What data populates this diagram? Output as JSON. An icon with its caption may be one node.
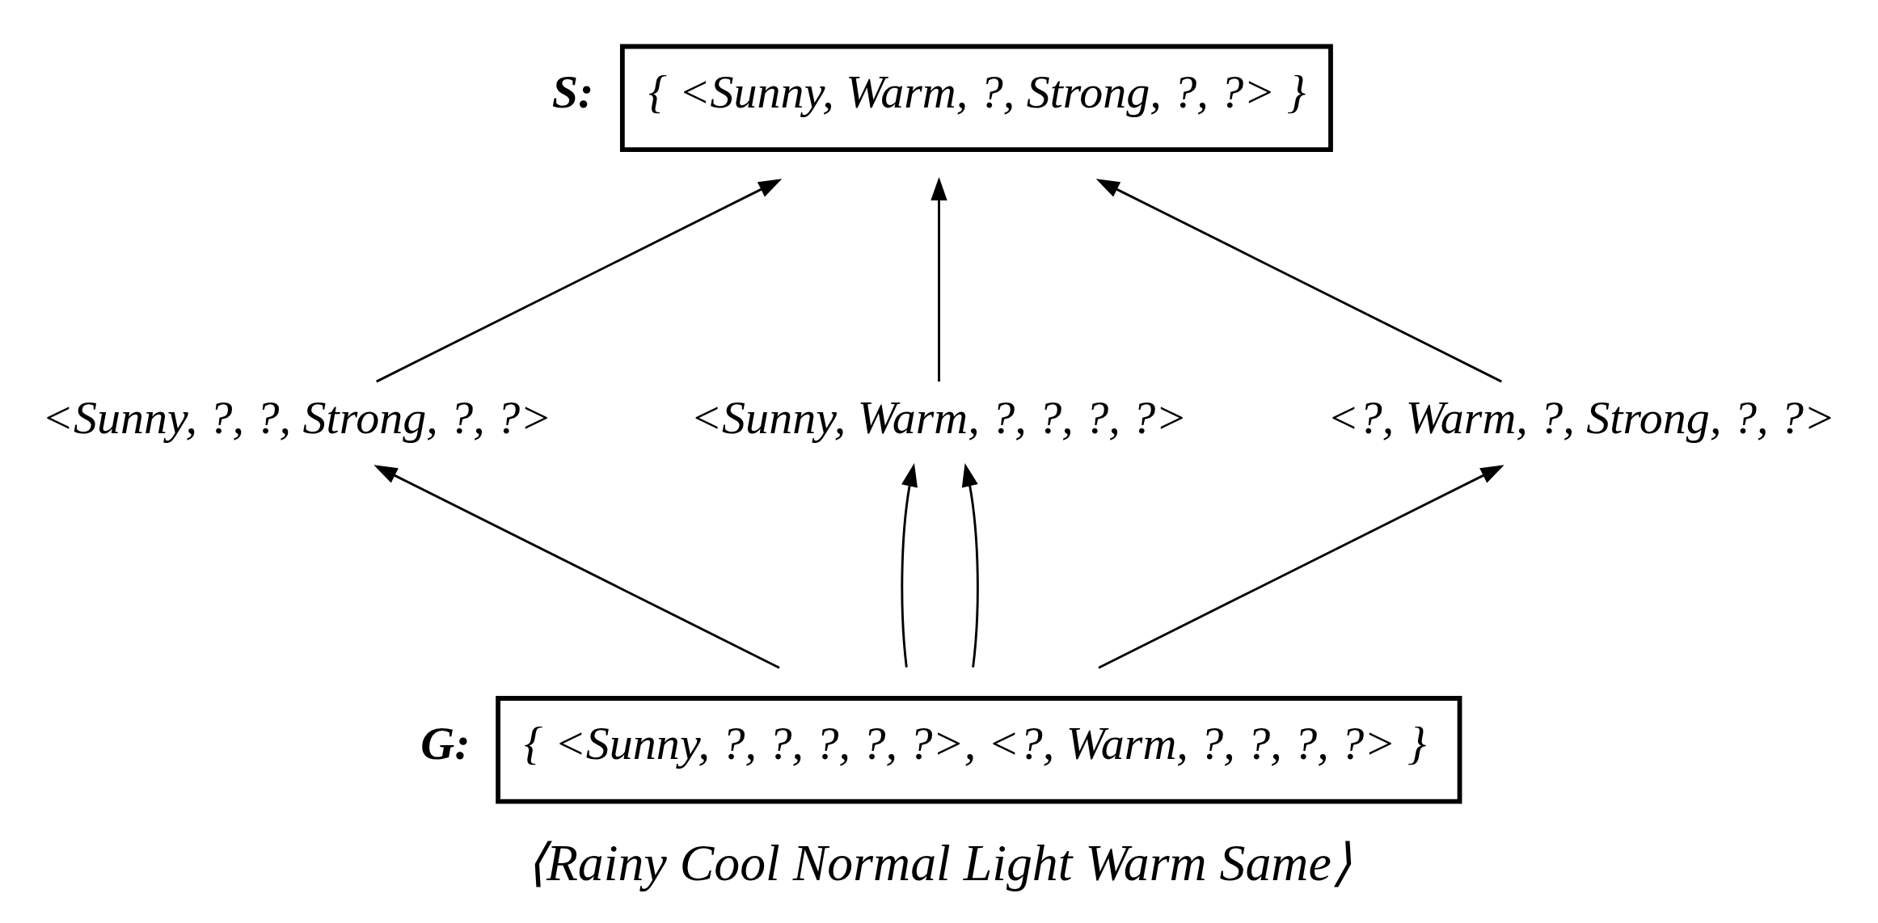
{
  "diagram": {
    "caption": "⟨Rainy Cool Normal Light Warm Same⟩",
    "nodes": [
      {
        "text": [
          "S:",
          "{ <Sunny, Warm, ?, Strong, ?, ?> }"
        ]
      },
      {
        "text": [
          "<Sunny, ?, ?, Strong, ?, ?>"
        ]
      },
      {
        "text": [
          "<Sunny, Warm, ?, ?, ?, ?>"
        ]
      },
      {
        "text": [
          "<?, Warm, ?, Strong, ?, ?>"
        ]
      },
      {
        "text": [
          "G:",
          "{ <Sunny, ?, ?, ?, ?, ?>, <?, Warm, ?, ?, ?, ?> }"
        ]
      }
    ],
    "edges": [
      {
        "from": 1,
        "to": 0,
        "arrow": "to"
      },
      {
        "from": 2,
        "to": 0,
        "arrow": "to"
      },
      {
        "from": 3,
        "to": 0,
        "arrow": "to"
      },
      {
        "from": 4,
        "to": 1,
        "arrow": "to"
      },
      {
        "from": 4,
        "to": 2,
        "arrow": "to"
      },
      {
        "from": 4,
        "to": 2,
        "arrow": "to"
      },
      {
        "from": 4,
        "to": 3,
        "arrow": "to"
      }
    ]
  }
}
